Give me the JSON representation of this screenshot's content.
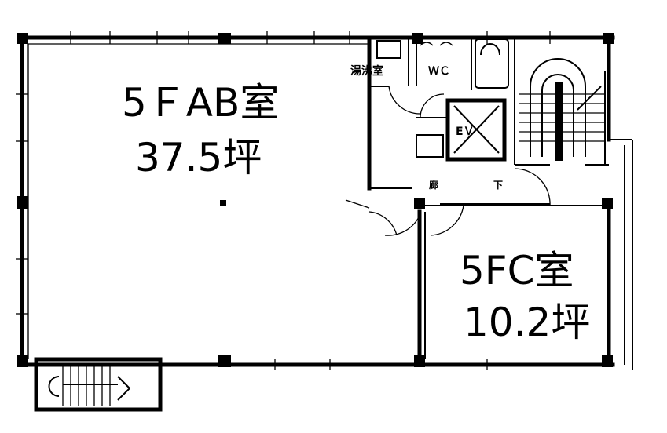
{
  "rooms": {
    "ab": {
      "name": "5ＦAB室",
      "area": "37.5坪"
    },
    "c": {
      "name": "5FC室",
      "area": "10.2坪"
    }
  },
  "fixtures": {
    "kitchenette": "湯沸室",
    "toilet": "ＷＣ",
    "elevator": "EＶ",
    "corridor": "廊",
    "corridor_end": "下"
  }
}
